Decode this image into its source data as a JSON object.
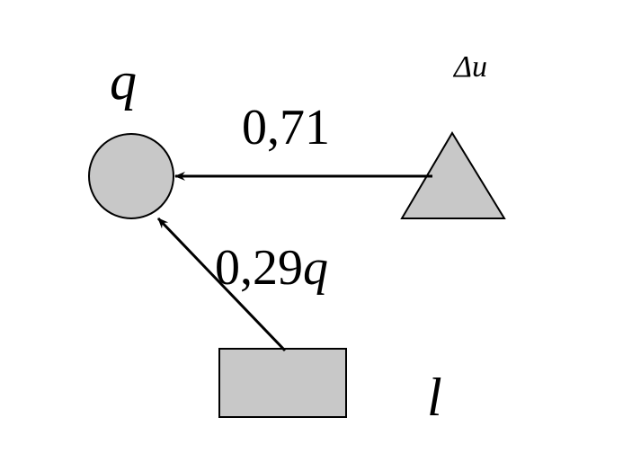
{
  "colors": {
    "shape_fill": "#c8c8c8",
    "stroke": "#000000",
    "background": "#ffffff"
  },
  "nodes": {
    "circle": {
      "shape": "circle",
      "label": "q"
    },
    "triangle": {
      "shape": "triangle",
      "label": "Δu"
    },
    "rectangle": {
      "shape": "rectangle",
      "label": "l"
    }
  },
  "edges": {
    "triangle_to_circle": {
      "label": "0,71"
    },
    "rectangle_to_circle": {
      "label_number": "0,29",
      "label_variable": "q"
    }
  }
}
